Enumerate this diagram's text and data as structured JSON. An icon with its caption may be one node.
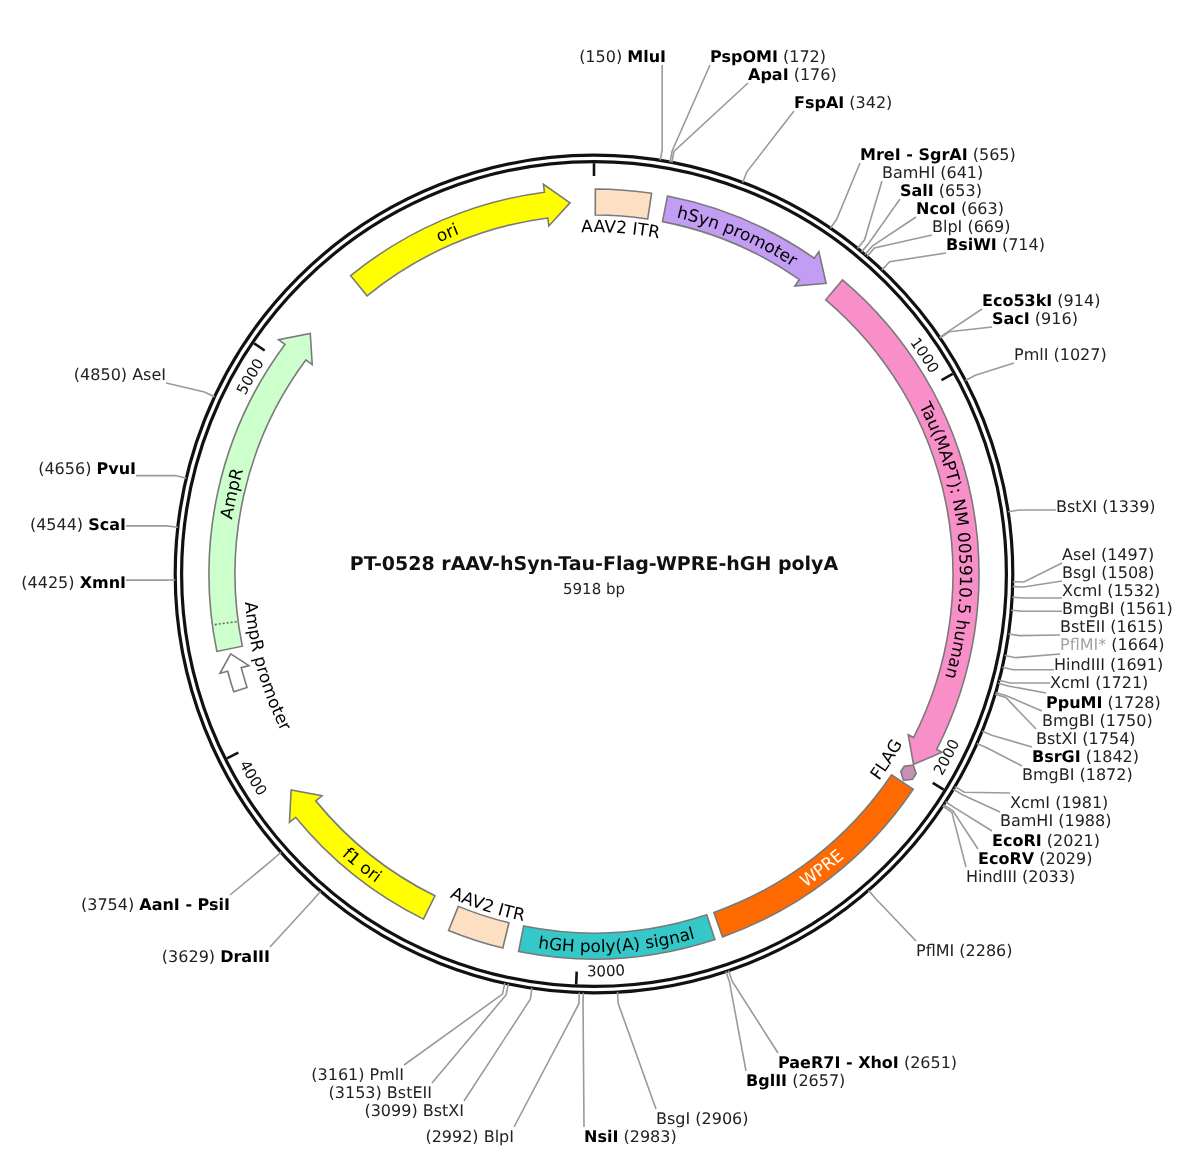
{
  "diagram": {
    "title": "PT-0528 rAAV-hSyn-Tau-Flag-WPRE-hGH polyA",
    "nodes": [
      {
        "text": [],
        "shape": "circle"
      },
      {
        "text": [
          "AAV2 ITR"
        ],
        "in": 0
      },
      {
        "text": [
          "hSyn promoter"
        ],
        "in": 0
      },
      {
        "text": [
          "Tau(MAPT): NM 005910.5 human"
        ],
        "in": 0
      },
      {
        "text": [
          "FLAG"
        ],
        "in": 0
      },
      {
        "text": [
          "WPRE"
        ],
        "in": 0
      },
      {
        "text": [
          "hGH poly(A) signal"
        ],
        "in": 0
      },
      {
        "text": [
          "AAV2 ITR"
        ],
        "in": 0
      },
      {
        "text": [
          "f1 ori"
        ],
        "in": 0
      },
      {
        "text": [
          "AmpR promoter"
        ],
        "in": 0
      },
      {
        "text": [
          "AmpR"
        ],
        "in": 0
      },
      {
        "text": [
          "ori"
        ],
        "in": 0
      },
      {
        "text": [
          "(150) **MluI**"
        ]
      },
      {
        "text": [
          "**PspOMI** (172)"
        ]
      },
      {
        "text": [
          "**ApaI** (176)"
        ]
      },
      {
        "text": [
          "**FspAI** (342)"
        ]
      },
      {
        "text": [
          "**MreI - SgrAI** (565)"
        ]
      },
      {
        "text": [
          "BamHI (641)"
        ]
      },
      {
        "text": [
          "**SalI** (653)"
        ]
      },
      {
        "text": [
          "**NcoI** (663)"
        ]
      },
      {
        "text": [
          "BlpI (669)"
        ]
      },
      {
        "text": [
          "**BsiWI** (714)"
        ]
      },
      {
        "text": [
          "**Eco53kI** (914)"
        ]
      },
      {
        "text": [
          "**SacI** (916)"
        ]
      },
      {
        "text": [
          "PmlI (1027)"
        ]
      },
      {
        "text": [
          "BstXI (1339)"
        ]
      },
      {
        "text": [
          "AseI (1497)"
        ]
      },
      {
        "text": [
          "BsgI (1508)"
        ]
      },
      {
        "text": [
          "XcmI (1532)"
        ]
      },
      {
        "text": [
          "BmgBI (1561)"
        ]
      },
      {
        "text": [
          "BstEII (1615)"
        ]
      },
      {
        "text": [
          "PflMI* (1664)"
        ]
      },
      {
        "text": [
          "HindIII (1691)"
        ]
      },
      {
        "text": [
          "XcmI (1721)"
        ]
      },
      {
        "text": [
          "**PpuMI** (1728)"
        ]
      },
      {
        "text": [
          "BmgBI (1750)"
        ]
      },
      {
        "text": [
          "BstXI (1754)"
        ]
      },
      {
        "text": [
          "**BsrGI** (1842)"
        ]
      },
      {
        "text": [
          "BmgBI (1872)"
        ]
      },
      {
        "text": [
          "XcmI (1981)"
        ]
      },
      {
        "text": [
          "BamHI (1988)"
        ]
      },
      {
        "text": [
          "**EcoRI** (2021)"
        ]
      },
      {
        "text": [
          "**EcoRV** (2029)"
        ]
      },
      {
        "text": [
          "HindIII (2033)"
        ]
      },
      {
        "text": [
          "PflMI (2286)"
        ]
      },
      {
        "text": [
          "**PaeR7I - XhoI** (2651)"
        ]
      },
      {
        "text": [
          "**BglII** (2657)"
        ]
      },
      {
        "text": [
          "BsgI (2906)"
        ]
      },
      {
        "text": [
          "**NsiI** (2983)"
        ]
      },
      {
        "text": [
          "(2992) BlpI"
        ]
      },
      {
        "text": [
          "(3099) BstXI"
        ]
      },
      {
        "text": [
          "(3153) BstEII"
        ]
      },
      {
        "text": [
          "(3161) PmlI"
        ]
      },
      {
        "text": [
          "(3629) **DraIII**"
        ]
      },
      {
        "text": [
          "(3754) **AanI - PsiI**"
        ]
      },
      {
        "text": [
          "(4425) **XmnI**"
        ]
      },
      {
        "text": [
          "(4544) **ScaI**"
        ]
      },
      {
        "text": [
          "(4656) **PvuI**"
        ]
      },
      {
        "text": [
          "(4850) AseI"
        ]
      }
    ],
    "edges": [
      {
        "from": 12,
        "to": 0,
        "arrow": "none"
      },
      {
        "from": 13,
        "to": 0,
        "arrow": "none"
      },
      {
        "from": 14,
        "to": 0,
        "arrow": "none"
      },
      {
        "from": 15,
        "to": 0,
        "arrow": "none"
      },
      {
        "from": 16,
        "to": 0,
        "arrow": "none"
      },
      {
        "from": 17,
        "to": 0,
        "arrow": "none"
      },
      {
        "from": 18,
        "to": 0,
        "arrow": "none"
      },
      {
        "from": 19,
        "to": 0,
        "arrow": "none"
      },
      {
        "from": 20,
        "to": 0,
        "arrow": "none"
      },
      {
        "from": 21,
        "to": 0,
        "arrow": "none"
      },
      {
        "from": 22,
        "to": 0,
        "arrow": "none"
      },
      {
        "from": 23,
        "to": 0,
        "arrow": "none"
      },
      {
        "from": 24,
        "to": 0,
        "arrow": "none"
      },
      {
        "from": 25,
        "to": 0,
        "arrow": "none"
      },
      {
        "from": 26,
        "to": 0,
        "arrow": "none"
      },
      {
        "from": 27,
        "to": 0,
        "arrow": "none"
      },
      {
        "from": 28,
        "to": 0,
        "arrow": "none"
      },
      {
        "from": 29,
        "to": 0,
        "arrow": "none"
      },
      {
        "from": 30,
        "to": 0,
        "arrow": "none"
      },
      {
        "from": 31,
        "to": 0,
        "arrow": "none"
      },
      {
        "from": 32,
        "to": 0,
        "arrow": "none"
      },
      {
        "from": 33,
        "to": 0,
        "arrow": "none"
      },
      {
        "from": 34,
        "to": 0,
        "arrow": "none"
      },
      {
        "from": 35,
        "to": 0,
        "arrow": "none"
      },
      {
        "from": 36,
        "to": 0,
        "arrow": "none"
      },
      {
        "from": 37,
        "to": 0,
        "arrow": "none"
      },
      {
        "from": 38,
        "to": 0,
        "arrow": "none"
      },
      {
        "from": 39,
        "to": 0,
        "arrow": "none"
      },
      {
        "from": 40,
        "to": 0,
        "arrow": "none"
      },
      {
        "from": 41,
        "to": 0,
        "arrow": "none"
      },
      {
        "from": 42,
        "to": 0,
        "arrow": "none"
      },
      {
        "from": 43,
        "to": 0,
        "arrow": "none"
      },
      {
        "from": 44,
        "to": 0,
        "arrow": "none"
      },
      {
        "from": 45,
        "to": 0,
        "arrow": "none"
      },
      {
        "from": 46,
        "to": 0,
        "arrow": "none"
      },
      {
        "from": 47,
        "to": 0,
        "arrow": "none"
      },
      {
        "from": 48,
        "to": 0,
        "arrow": "none"
      },
      {
        "from": 49,
        "to": 0,
        "arrow": "none"
      },
      {
        "from": 50,
        "to": 0,
        "arrow": "none"
      },
      {
        "from": 51,
        "to": 0,
        "arrow": "none"
      },
      {
        "from": 52,
        "to": 0,
        "arrow": "none"
      },
      {
        "from": 53,
        "to": 0,
        "arrow": "none"
      },
      {
        "from": 54,
        "to": 0,
        "arrow": "none"
      },
      {
        "from": 55,
        "to": 0,
        "arrow": "none"
      },
      {
        "from": 56,
        "to": 0,
        "arrow": "none"
      },
      {
        "from": 57,
        "to": 0,
        "arrow": "none"
      },
      {
        "from": 58,
        "to": 0,
        "arrow": "none"
      }
    ],
    "labels": [
      "1000",
      "2000",
      "3000",
      "4000",
      "5000",
      "5918 bp"
    ]
  }
}
